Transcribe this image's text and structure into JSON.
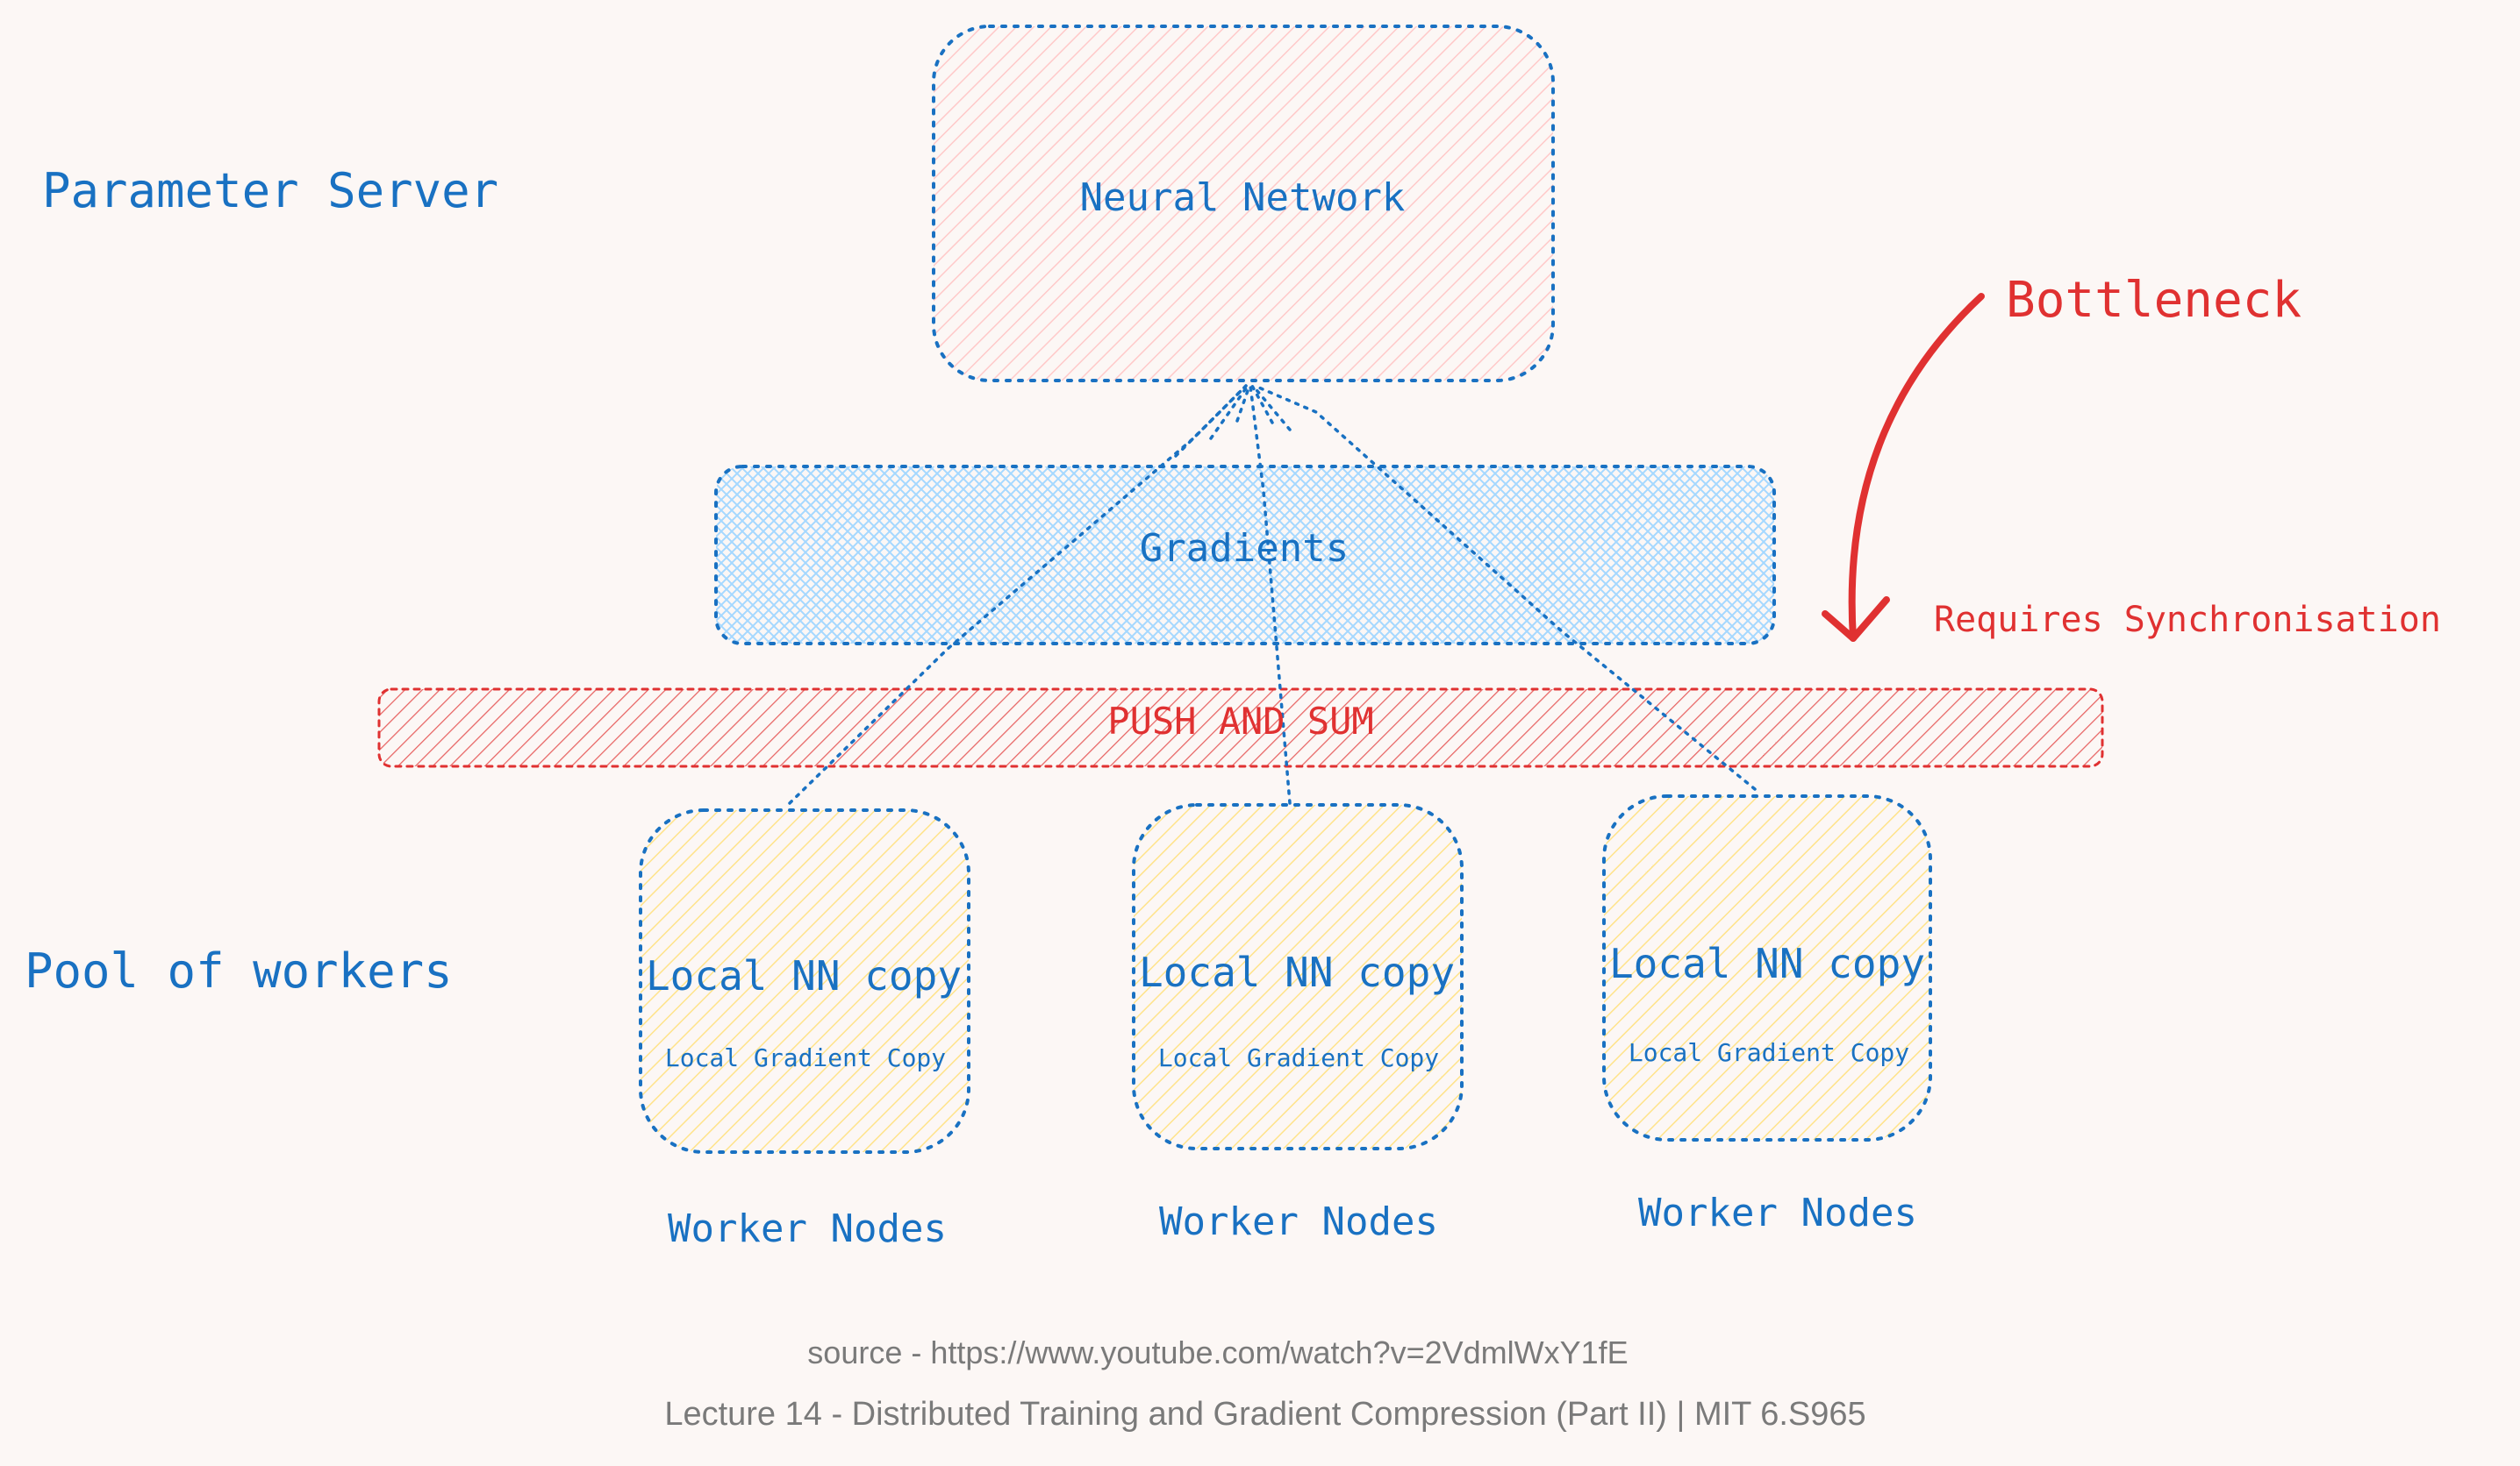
{
  "labels": {
    "parameter_server": "Parameter Server",
    "pool_of_workers": "Pool of workers",
    "neural_network": "Neural Network",
    "gradients": "Gradients",
    "push_and_sum": "PUSH AND SUM",
    "bottleneck": "Bottleneck",
    "requires_sync": "Requires Synchronisation"
  },
  "workers": [
    {
      "nn_copy": "Local NN copy",
      "gradient_copy": "Local Gradient Copy",
      "node": "Worker Nodes"
    },
    {
      "nn_copy": "Local NN copy",
      "gradient_copy": "Local Gradient Copy",
      "node": "Worker Nodes"
    },
    {
      "nn_copy": "Local NN copy",
      "gradient_copy": "Local Gradient Copy",
      "node": "Worker Nodes"
    }
  ],
  "footer": {
    "source": "source - https://www.youtube.com/watch?v=2VdmlWxY1fE",
    "lecture": "Lecture 14 - Distributed Training and Gradient Compression (Part II) | MIT 6.S965"
  },
  "colors": {
    "blue": "#1971c2",
    "red": "#e03131",
    "background": "#fcf7f5",
    "server_fill": "#ffc9c9",
    "gradients_fill": "#a5d8ff",
    "worker_fill": "#ffec99",
    "grey_text": "#7a7a7a"
  }
}
